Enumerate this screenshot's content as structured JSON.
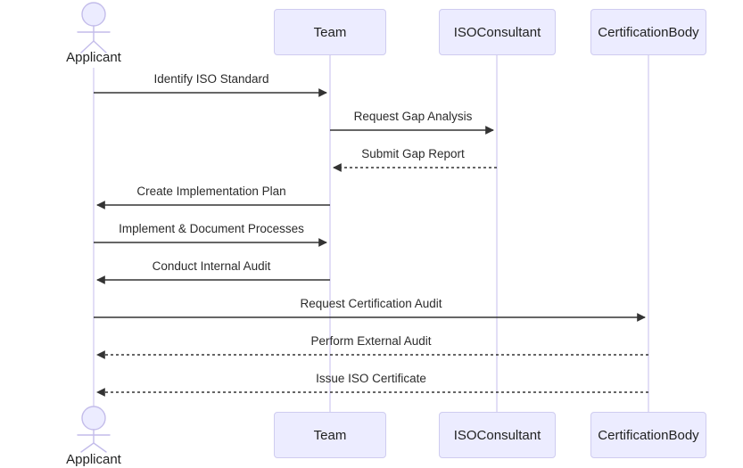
{
  "diagram": {
    "type": "sequence-diagram",
    "actor": {
      "label": "Applicant"
    },
    "participants": [
      {
        "label": "Team"
      },
      {
        "label": "ISOConsultant"
      },
      {
        "label": "CertificationBody"
      }
    ],
    "messages": [
      {
        "text": "Identify ISO Standard",
        "from": "Applicant",
        "to": "Team",
        "line": "solid"
      },
      {
        "text": "Request Gap Analysis",
        "from": "Team",
        "to": "ISOConsultant",
        "line": "solid"
      },
      {
        "text": "Submit Gap Report",
        "from": "ISOConsultant",
        "to": "Team",
        "line": "dashed"
      },
      {
        "text": "Create Implementation Plan",
        "from": "Team",
        "to": "Applicant",
        "line": "solid"
      },
      {
        "text": "Implement & Document Processes",
        "from": "Applicant",
        "to": "Team",
        "line": "solid"
      },
      {
        "text": "Conduct Internal Audit",
        "from": "Team",
        "to": "Applicant",
        "line": "solid"
      },
      {
        "text": "Request Certification Audit",
        "from": "Applicant",
        "to": "CertificationBody",
        "line": "solid"
      },
      {
        "text": "Perform External Audit",
        "from": "CertificationBody",
        "to": "Applicant",
        "line": "dashed"
      },
      {
        "text": "Issue ISO Certificate",
        "from": "CertificationBody",
        "to": "Applicant",
        "line": "dashed"
      }
    ],
    "colors": {
      "participant_fill": "#ececff",
      "participant_border": "#cfccf0",
      "actor_stroke": "#c3bcea",
      "lifeline": "#d2cdf0",
      "arrow": "#333333",
      "text": "#2b2b2b",
      "background": "#ffffff"
    }
  }
}
